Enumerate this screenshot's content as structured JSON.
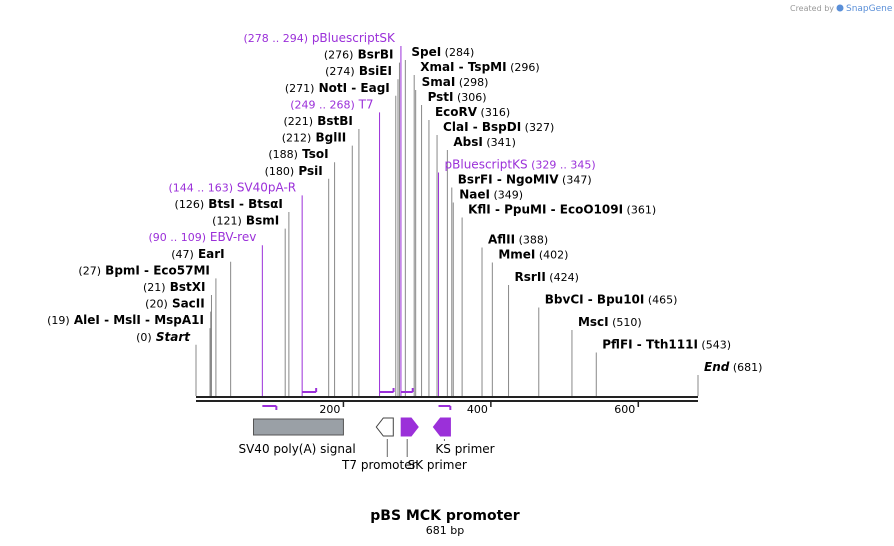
{
  "title": "pBS MCK promoter",
  "subtitle": "681 bp",
  "credit": {
    "created_by": "Created by",
    "brand": "SnapGene"
  },
  "colors": {
    "primer": "#9b30d9",
    "backbone": "#222222",
    "feature_gray": "#9aa0a6"
  },
  "sequence_length": 681,
  "scale_ticks": [
    {
      "value": 200,
      "label": "200"
    },
    {
      "value": 400,
      "label": "400"
    },
    {
      "value": 600,
      "label": "600"
    }
  ],
  "sites": [
    {
      "bp": 0,
      "pos": "(0)",
      "names": [
        "Start"
      ],
      "italic": true,
      "col": "left"
    },
    {
      "bp": 19,
      "pos": "(19)",
      "names": [
        "AleI",
        "MslI",
        "MspA1I"
      ],
      "col": "left"
    },
    {
      "bp": 20,
      "pos": "(20)",
      "names": [
        "SacII"
      ],
      "col": "left"
    },
    {
      "bp": 21,
      "pos": "(21)",
      "names": [
        "BstXI"
      ],
      "col": "left"
    },
    {
      "bp": 27,
      "pos": "(27)",
      "names": [
        "BpmI",
        "Eco57MI"
      ],
      "col": "left"
    },
    {
      "bp": 47,
      "pos": "(47)",
      "names": [
        "EarI"
      ],
      "col": "left"
    },
    {
      "bp": 121,
      "pos": "(121)",
      "names": [
        "BsmI"
      ],
      "col": "left"
    },
    {
      "bp": 126,
      "pos": "(126)",
      "names": [
        "BtsI",
        "BtsαI"
      ],
      "col": "left"
    },
    {
      "bp": 180,
      "pos": "(180)",
      "names": [
        "PsiI"
      ],
      "col": "left"
    },
    {
      "bp": 188,
      "pos": "(188)",
      "names": [
        "TsoI"
      ],
      "col": "left"
    },
    {
      "bp": 212,
      "pos": "(212)",
      "names": [
        "BglII"
      ],
      "col": "left"
    },
    {
      "bp": 221,
      "pos": "(221)",
      "names": [
        "BstBI"
      ],
      "col": "left"
    },
    {
      "bp": 271,
      "pos": "(271)",
      "names": [
        "NotI",
        "EagI"
      ],
      "col": "left"
    },
    {
      "bp": 274,
      "pos": "(274)",
      "names": [
        "BsiEI"
      ],
      "col": "left"
    },
    {
      "bp": 276,
      "pos": "(276)",
      "names": [
        "BsrBI"
      ],
      "col": "left"
    },
    {
      "bp": 284,
      "pos": "(284)",
      "names": [
        "SpeI"
      ],
      "col": "right"
    },
    {
      "bp": 296,
      "pos": "(296)",
      "names": [
        "XmaI",
        "TspMI"
      ],
      "col": "right"
    },
    {
      "bp": 298,
      "pos": "(298)",
      "names": [
        "SmaI"
      ],
      "col": "right"
    },
    {
      "bp": 306,
      "pos": "(306)",
      "names": [
        "PstI"
      ],
      "col": "right"
    },
    {
      "bp": 316,
      "pos": "(316)",
      "names": [
        "EcoRV"
      ],
      "col": "right"
    },
    {
      "bp": 327,
      "pos": "(327)",
      "names": [
        "ClaI",
        "BspDI"
      ],
      "col": "right"
    },
    {
      "bp": 341,
      "pos": "(341)",
      "names": [
        "AbsI"
      ],
      "col": "right"
    },
    {
      "bp": 347,
      "pos": "(347)",
      "names": [
        "BsrFI",
        "NgoMIV"
      ],
      "col": "right"
    },
    {
      "bp": 349,
      "pos": "(349)",
      "names": [
        "NaeI"
      ],
      "col": "right"
    },
    {
      "bp": 361,
      "pos": "(361)",
      "names": [
        "KflI",
        "PpuMI",
        "EcoO109I"
      ],
      "col": "right"
    },
    {
      "bp": 388,
      "pos": "(388)",
      "names": [
        "AflII"
      ],
      "col": "right"
    },
    {
      "bp": 402,
      "pos": "(402)",
      "names": [
        "MmeI"
      ],
      "col": "right"
    },
    {
      "bp": 424,
      "pos": "(424)",
      "names": [
        "RsrII"
      ],
      "col": "right"
    },
    {
      "bp": 465,
      "pos": "(465)",
      "names": [
        "BbvCI",
        "Bpu10I"
      ],
      "col": "right"
    },
    {
      "bp": 510,
      "pos": "(510)",
      "names": [
        "MscI"
      ],
      "col": "right"
    },
    {
      "bp": 543,
      "pos": "(543)",
      "names": [
        "PflFI",
        "Tth111I"
      ],
      "col": "right"
    },
    {
      "bp": 681,
      "pos": "(681)",
      "names": [
        "End"
      ],
      "italic": true,
      "col": "right"
    }
  ],
  "primers": [
    {
      "name": "pBluescriptSK",
      "range": "(278 .. 294)",
      "start": 278,
      "end": 294,
      "strand": "top",
      "col": "left"
    },
    {
      "name": "T7",
      "range": "(249 .. 268)",
      "start": 249,
      "end": 268,
      "strand": "top",
      "col": "left"
    },
    {
      "name": "SV40pA-R",
      "range": "(144 .. 163)",
      "start": 144,
      "end": 163,
      "strand": "top",
      "col": "left"
    },
    {
      "name": "EBV-rev",
      "range": "(90 .. 109)",
      "start": 90,
      "end": 109,
      "strand": "bottom",
      "col": "left"
    },
    {
      "name": "pBluescriptKS",
      "range": "(329 .. 345)",
      "start": 329,
      "end": 345,
      "strand": "bottom",
      "col": "right"
    }
  ],
  "features": [
    {
      "name": "SV40 poly(A) signal",
      "start": 78,
      "end": 200,
      "kind": "box",
      "color": "#9aa0a6"
    },
    {
      "name": "T7 promoter",
      "start": 250,
      "end": 269,
      "kind": "arrow-left",
      "color": "#ffffff"
    },
    {
      "name": "SK primer",
      "start": 278,
      "end": 295,
      "kind": "arrow-right",
      "color": "#9b30d9"
    },
    {
      "name": "KS primer",
      "start": 328,
      "end": 346,
      "kind": "arrow-left",
      "color": "#9b30d9"
    }
  ]
}
